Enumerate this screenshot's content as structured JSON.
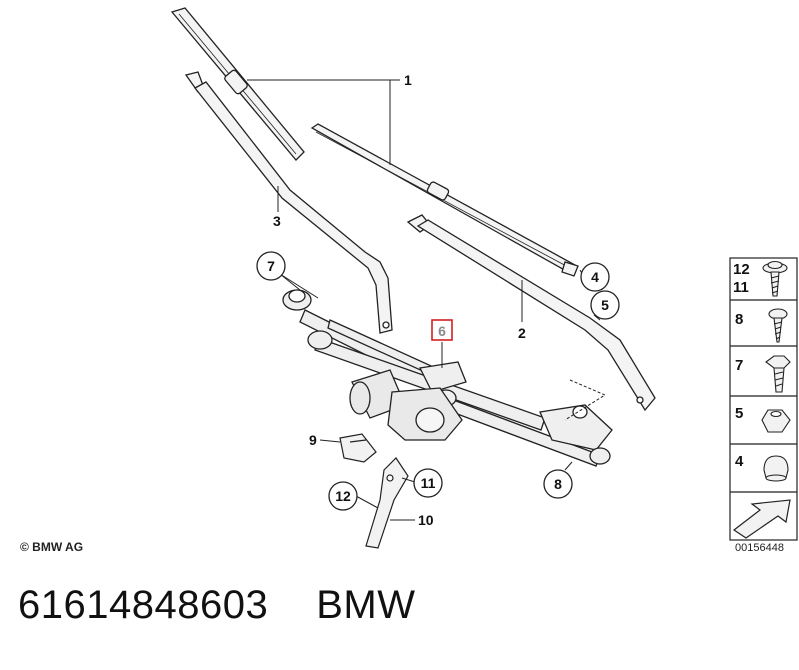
{
  "copyright": "© BMW AG",
  "diagram_id": "00156448",
  "part_number": "61614848603",
  "brand": "BMW",
  "highlighted_callout": "6",
  "highlight_color": "#d42020",
  "callouts": {
    "c1": "1",
    "c2": "2",
    "c3": "3",
    "c4": "4",
    "c5": "5",
    "c6": "6",
    "c7": "7",
    "c8": "8",
    "c9": "9",
    "c10": "10",
    "c11": "11",
    "c12": "12"
  },
  "sidebar": {
    "row1_top": "12",
    "row1_bottom": "11",
    "row2": "8",
    "row3": "7",
    "row4": "5",
    "row5": "4"
  }
}
